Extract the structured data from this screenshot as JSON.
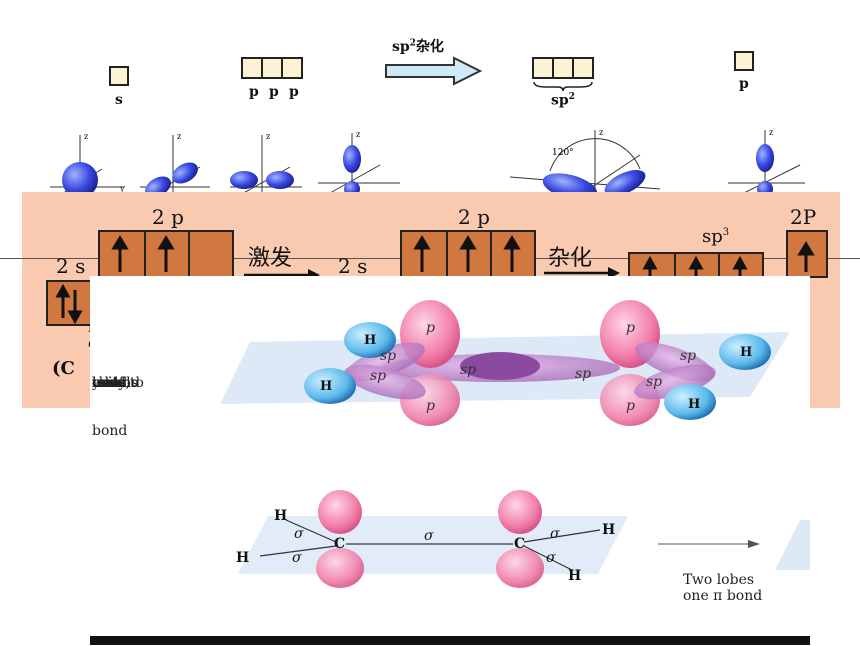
{
  "top_row": {
    "s_label": "s",
    "p_labels": [
      "p",
      "p",
      "p"
    ],
    "arrow_label": "sp",
    "arrow_sup": "2",
    "arrow_suffix": "杂化",
    "sp2_label": "sp",
    "sp2_sup": "2",
    "p_right_label": "p",
    "angle_label": "120°",
    "axis_z": "z",
    "axis_y": "y"
  },
  "panel": {
    "label_2p_left": "2 p",
    "label_2s_left": "2 s",
    "excite_label": "激发",
    "label_2s_mid": "2 s",
    "label_2p_mid": "2 p",
    "hybrid_label": "杂化",
    "sp3_label": "sp",
    "sp3_sup": "3",
    "label_2P_right": "2P",
    "left_text_fragments": [
      "n",
      "e",
      "(C"
    ]
  },
  "lower": {
    "p_labels": [
      "p",
      "p",
      "p",
      "p"
    ],
    "sp2_labels": [
      "sp",
      "sp",
      "sp",
      "sp",
      "sp",
      "sp"
    ],
    "H_labels": [
      "H",
      "H",
      "H",
      "H"
    ],
    "side_text": [
      "toms.",
      "rbitals",
      "used to",
      "bond",
      "y",
      "ls on",
      "rs of",
      "bond",
      "e bond",
      "onds,",
      "nsity",
      "e two",
      "ond."
    ],
    "sigma": "σ",
    "C": "C",
    "H": "H",
    "caption_line1": "Two lobes",
    "caption_line2": "one π bond"
  }
}
